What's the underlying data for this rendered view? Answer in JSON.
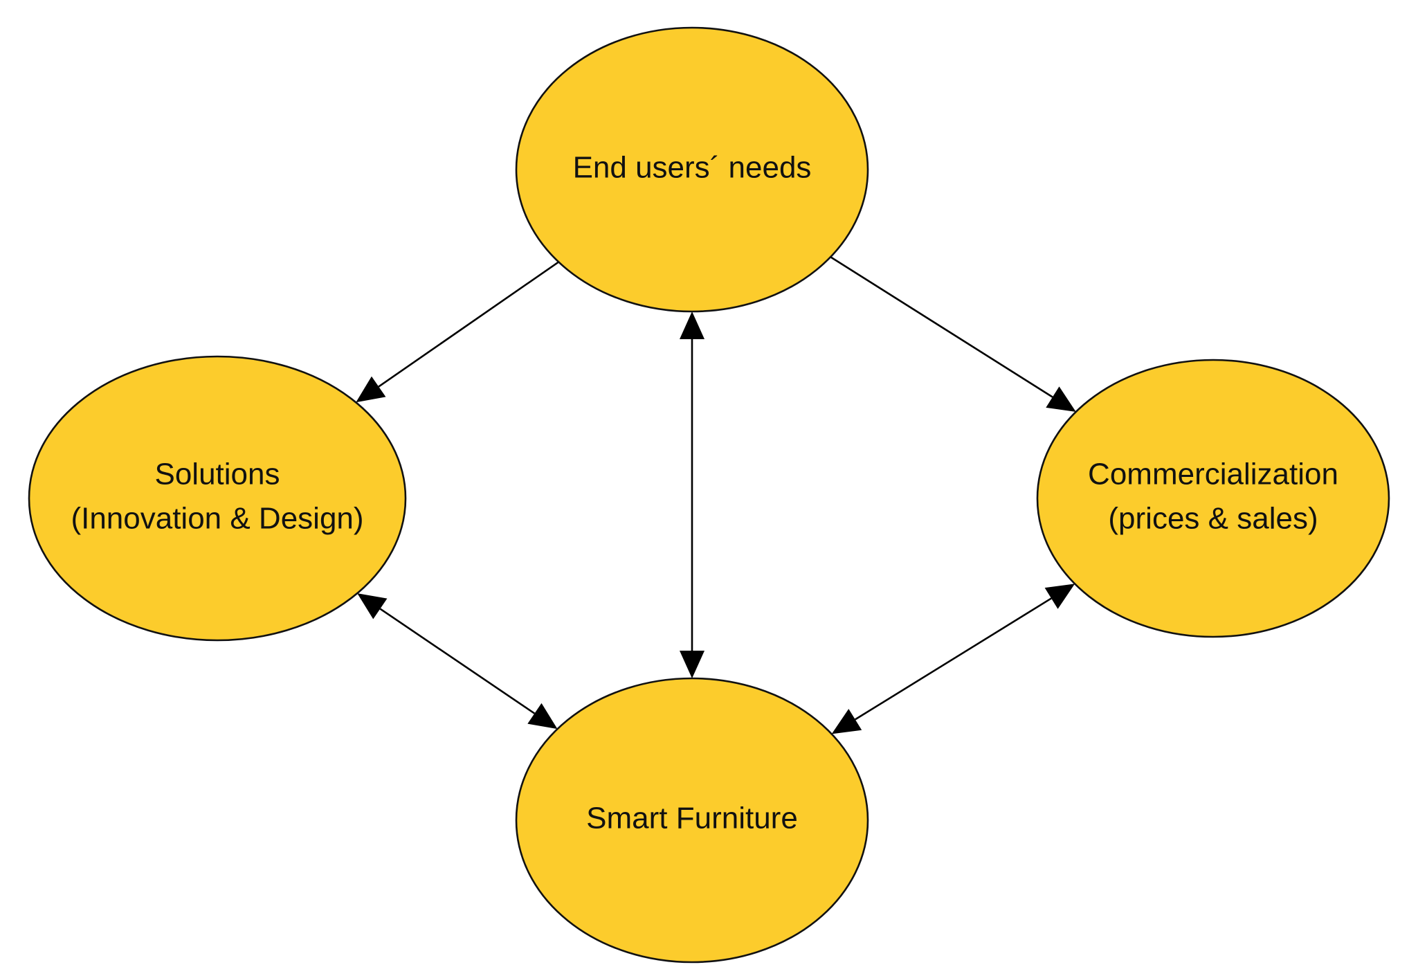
{
  "diagram": {
    "fill_color": "#FCCC2C",
    "stroke_color": "#111111",
    "arrow_color": "#000000",
    "nodes": [
      {
        "id": "end-users-needs",
        "lines": [
          "End users´ needs"
        ]
      },
      {
        "id": "solutions",
        "lines": [
          "Solutions",
          "(Innovation & Design)"
        ]
      },
      {
        "id": "commercialization",
        "lines": [
          "Commercialization",
          "(prices & sales)"
        ]
      },
      {
        "id": "smart-furniture",
        "lines": [
          "Smart Furniture"
        ]
      }
    ],
    "edges": [
      {
        "from": "end-users-needs",
        "to": "solutions",
        "direction": "forward"
      },
      {
        "from": "end-users-needs",
        "to": "commercialization",
        "direction": "forward"
      },
      {
        "from": "end-users-needs",
        "to": "smart-furniture",
        "direction": "both"
      },
      {
        "from": "solutions",
        "to": "smart-furniture",
        "direction": "both"
      },
      {
        "from": "commercialization",
        "to": "smart-furniture",
        "direction": "both"
      }
    ]
  }
}
